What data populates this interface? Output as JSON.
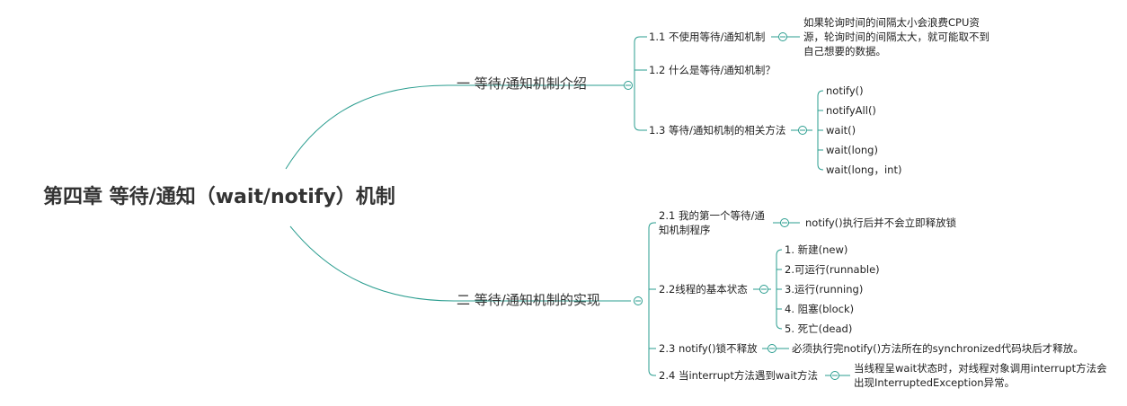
{
  "root": "第四章 等待/通知（wait/notify）机制",
  "branch1": {
    "label": "一  等待/通知机制介绍",
    "items": [
      {
        "label": "1.1 不使用等待/通知机制",
        "note": "如果轮询时间的间隔太小会浪费CPU资源，轮询时间的间隔太大，就可能取不到自己想要的数据。"
      },
      {
        "label": "1.2 什么是等待/通知机制？"
      },
      {
        "label": "1.3 等待/通知机制的相关方法",
        "children": [
          "notify()",
          "notifyAll()",
          "wait()",
          "wait(long)",
          "wait(long，int)"
        ]
      }
    ]
  },
  "branch2": {
    "label": "二  等待/通知机制的实现",
    "items": [
      {
        "label": "2.1 我的第一个等待/通知机制程序",
        "note": "notify()执行后并不会立即释放锁"
      },
      {
        "label": "2.2线程的基本状态",
        "children": [
          "1. 新建(new)",
          "2.可运行(runnable)",
          "3.运行(running)",
          "4. 阻塞(block)",
          "5. 死亡(dead)"
        ]
      },
      {
        "label": "2.3 notify()锁不释放",
        "note": "必须执行完notify()方法所在的synchronized代码块后才释放。"
      },
      {
        "label": "2.4 当interrupt方法遇到wait方法",
        "note": "当线程呈wait状态时，对线程对象调用interrupt方法会出现InterruptedException异常。"
      }
    ]
  },
  "colors": {
    "line": "#2a9d8f",
    "text": "#222222"
  }
}
